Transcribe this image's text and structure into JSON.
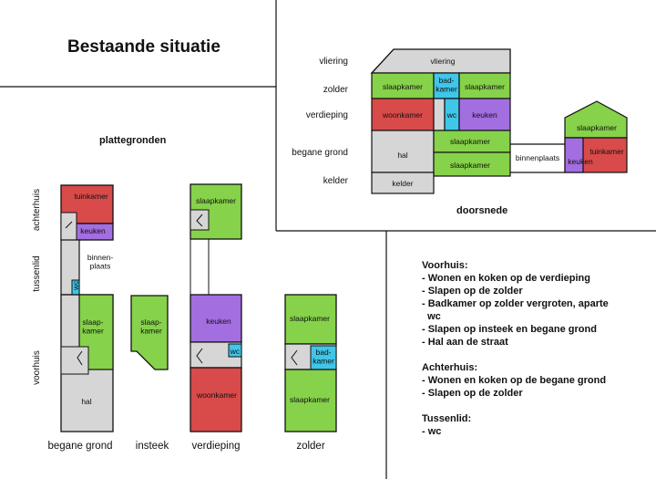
{
  "title": "Bestaande situatie",
  "headings": {
    "floorplans": "plattegronden",
    "section": "doorsnede"
  },
  "colors": {
    "red": "#d94a4a",
    "purple": "#a36ee0",
    "green": "#86d24a",
    "blue": "#3fc6e8",
    "grey": "#d6d6d6"
  },
  "section": {
    "levels": [
      "vliering",
      "zolder",
      "verdieping",
      "begane grond",
      "kelder"
    ],
    "rooms": {
      "vliering": "vliering",
      "zolder_left": "slaapkamer",
      "badkamer": "bad-\nkamer",
      "zolder_right": "slaapkamer",
      "woonkamer": "woonkamer",
      "wc": "wc",
      "keuken": "keuken",
      "hal": "hal",
      "bg_up": "slaapkamer",
      "bg_low": "slaapkamer",
      "kelder": "kelder",
      "binnenplaats": "binnenplaats",
      "ach_slaap": "slaapkamer",
      "ach_tuin": "tuinkamer",
      "ach_keuken": "keuken"
    }
  },
  "plans": {
    "side_labels": [
      "achterhuis",
      "tussenlid",
      "voorhuis"
    ],
    "captions": [
      "begane grond",
      "insteek",
      "verdieping",
      "zolder"
    ],
    "rooms": {
      "bg_tuinkamer": "tuinkamer",
      "bg_keuken": "keuken",
      "bg_binnenplaats": "binnen-\nplaats",
      "bg_wc": "wc",
      "bg_slaapkamer": "slaap-\nkamer",
      "bg_hal": "hal",
      "ins_slaapkamer": "slaap-\nkamer",
      "ver_slaapkamer": "slaapkamer",
      "ver_keuken": "keuken",
      "ver_wc": "wc",
      "ver_woonkamer": "woonkamer",
      "zol_slaapkamer1": "slaapkamer",
      "zol_badkamer": "bad-\nkamer",
      "zol_slaapkamer2": "slaapkamer"
    }
  },
  "notes": [
    {
      "heading": "Voorhuis:",
      "items": [
        "- Wonen en koken op de verdieping",
        "- Slapen op de zolder",
        "- Badkamer op zolder vergroten, aparte",
        "  wc",
        "- Slapen op insteek en begane grond",
        "- Hal aan de straat"
      ]
    },
    {
      "heading": "Achterhuis:",
      "items": [
        "- Wonen en koken op de begane grond",
        "- Slapen op de zolder"
      ]
    },
    {
      "heading": "Tussenlid:",
      "items": [
        "- wc"
      ]
    }
  ]
}
